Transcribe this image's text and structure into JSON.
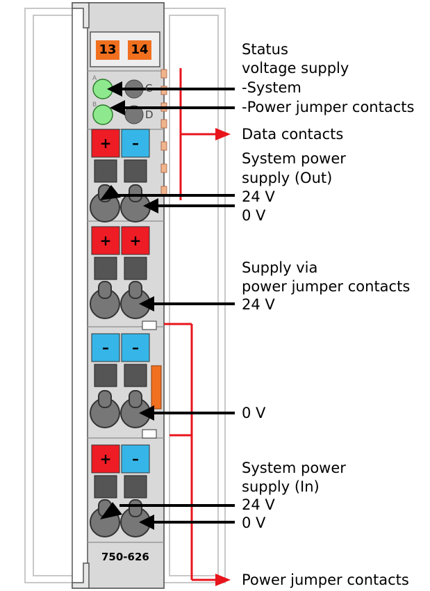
{
  "module": {
    "model": "750-626",
    "terminal_numbers": [
      "13",
      "14"
    ],
    "led_letters": [
      "A",
      "B",
      "C",
      "D"
    ],
    "plus_sign": "+",
    "minus_sign": "–"
  },
  "labels": {
    "status": [
      "Status",
      "voltage supply",
      "-System",
      "-Power jumper contacts"
    ],
    "data_contacts": "Data contacts",
    "system_power_out": [
      "System power",
      "supply (Out)",
      "24 V",
      "0 V"
    ],
    "supply_via": [
      "Supply via",
      "power jumper contacts",
      "24 V"
    ],
    "zero_v": "0 V",
    "system_power_in": [
      "System power",
      "supply (In)",
      "24 V",
      "0 V"
    ],
    "power_jumper_contacts": "Power jumper contacts"
  },
  "colors": {
    "plus": "#ee1c24",
    "minus": "#36b6e8",
    "led": "#8ee88e",
    "terminal_number": "#f07020",
    "arrow": "#000000",
    "red_line": "#e8141c",
    "module_body": "#d8d8d8"
  }
}
